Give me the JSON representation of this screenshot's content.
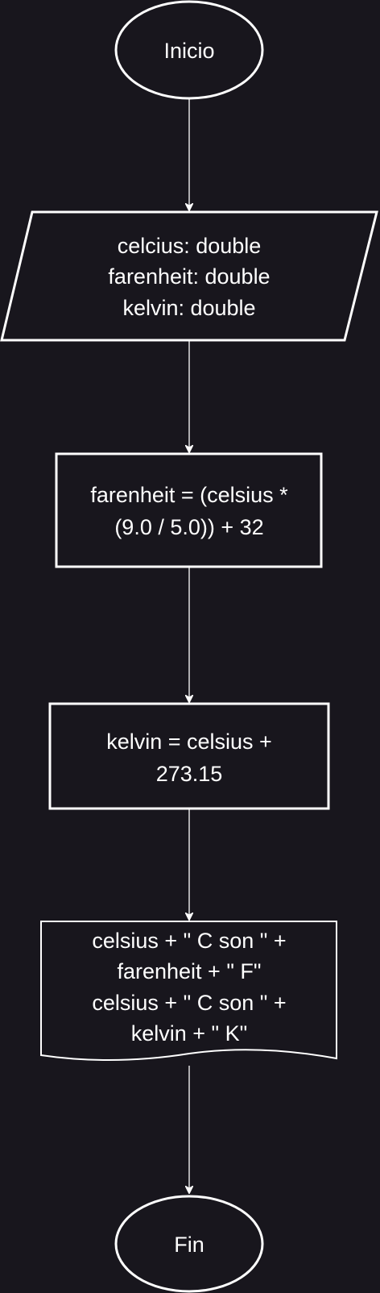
{
  "flowchart": {
    "start": {
      "label": "Inicio"
    },
    "declaration": {
      "lines": [
        "celcius: double",
        "farenheit: double",
        "kelvin: double"
      ]
    },
    "process_fahrenheit": {
      "lines": [
        "farenheit = (celsius *",
        "(9.0 / 5.0)) + 32"
      ]
    },
    "process_kelvin": {
      "lines": [
        "kelvin = celsius +",
        "273.15"
      ]
    },
    "output": {
      "lines": [
        "celsius + \" C son \" +",
        "farenheit + \" F\"",
        "celsius + \" C son \" +",
        "kelvin + \" K\""
      ]
    },
    "end": {
      "label": "Fin"
    }
  },
  "colors": {
    "background": "#18161d",
    "stroke": "#ffffff",
    "text": "#ffffff"
  }
}
